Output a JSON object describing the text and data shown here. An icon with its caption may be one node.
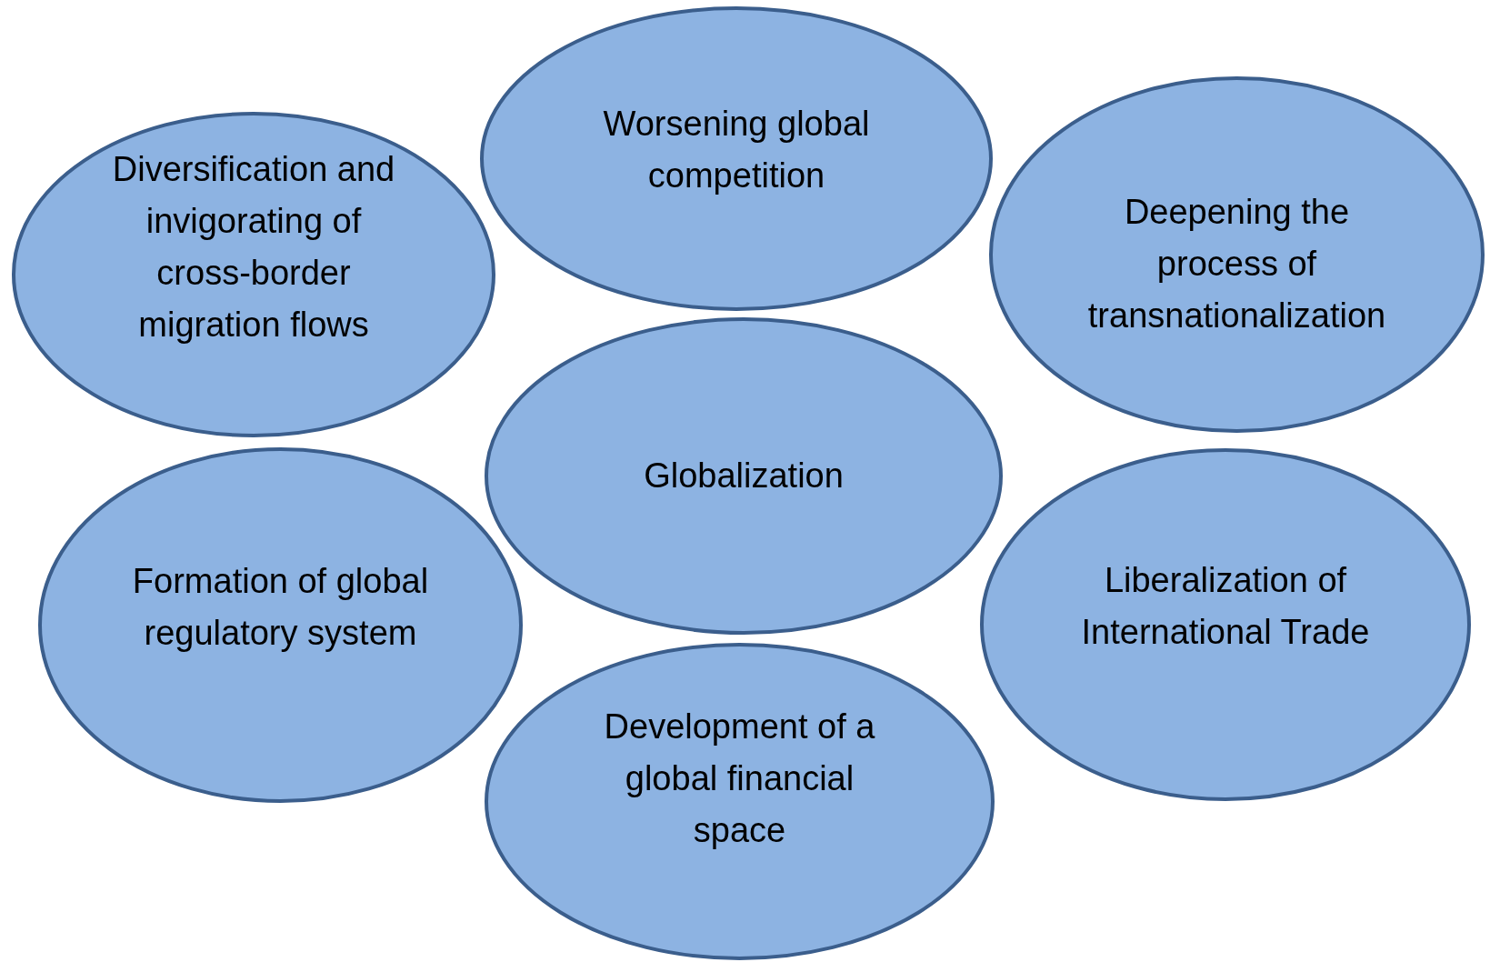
{
  "diagram": {
    "nodes": [
      {
        "text": [
          "Worsening global competition"
        ]
      },
      {
        "text": [
          "Diversification and invigorating of cross-border migration flows"
        ]
      },
      {
        "text": [
          "Deepening the process of transnationalization"
        ]
      },
      {
        "text": [
          "Globalization"
        ]
      },
      {
        "text": [
          "Formation of global regulatory system"
        ]
      },
      {
        "text": [
          "Liberalization of International Trade"
        ]
      },
      {
        "text": [
          "Development of a global financial space"
        ]
      }
    ]
  }
}
